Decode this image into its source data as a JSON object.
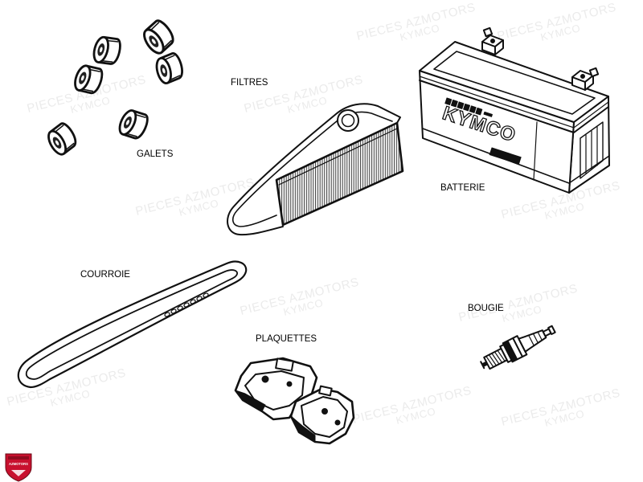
{
  "parts": {
    "galets": {
      "label": "GALETS"
    },
    "filtres": {
      "label": "FILTRES"
    },
    "batterie": {
      "label": "BATTERIE",
      "brand": "KYMCO"
    },
    "courroie": {
      "label": "COURROIE"
    },
    "plaquettes": {
      "label": "PLAQUETTES"
    },
    "bougie": {
      "label": "BOUGIE"
    }
  },
  "watermark": {
    "line1": "PIECES AZMOTORS",
    "line2": "KYMCO"
  },
  "logo": {
    "text": "AZMOTORS",
    "color": "#c8102e"
  },
  "colors": {
    "background": "#ffffff",
    "line_art": "#111111",
    "label_text": "#000000",
    "watermark": "#ebebeb"
  }
}
